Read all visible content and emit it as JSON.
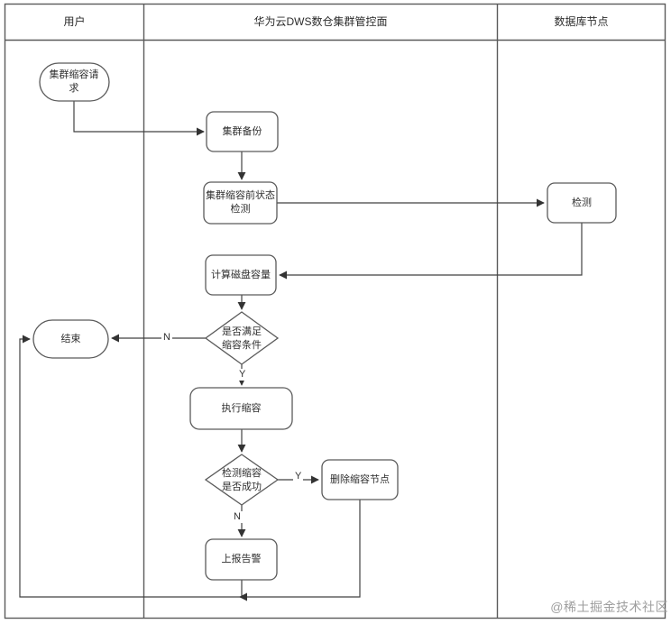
{
  "lanes": [
    {
      "title": "用户"
    },
    {
      "title": "华为云DWS数仓集群管控面"
    },
    {
      "title": "数据库节点"
    }
  ],
  "nodes": {
    "start": "集群缩容请求",
    "backup": "集群备份",
    "precheck": "集群缩容前状态检测",
    "detect": "检测",
    "calc_disk": "计算磁盘容量",
    "cond_meet": "是否满足缩容条件",
    "end": "结束",
    "execute": "执行缩容",
    "cond_success": "检测缩容是否成功",
    "delete_nodes": "删除缩容节点",
    "report_alarm": "上报告警"
  },
  "branch_labels": {
    "cond_meet_no": "N",
    "cond_meet_yes": "Y",
    "cond_success_yes": "Y",
    "cond_success_no": "N"
  },
  "watermark": "@稀土掘金技术社区",
  "colors": {
    "line": "#4d4d4d",
    "shape_border": "#5a5a5a",
    "text": "#2f2f2f",
    "watermark": "#9e9e9e"
  }
}
